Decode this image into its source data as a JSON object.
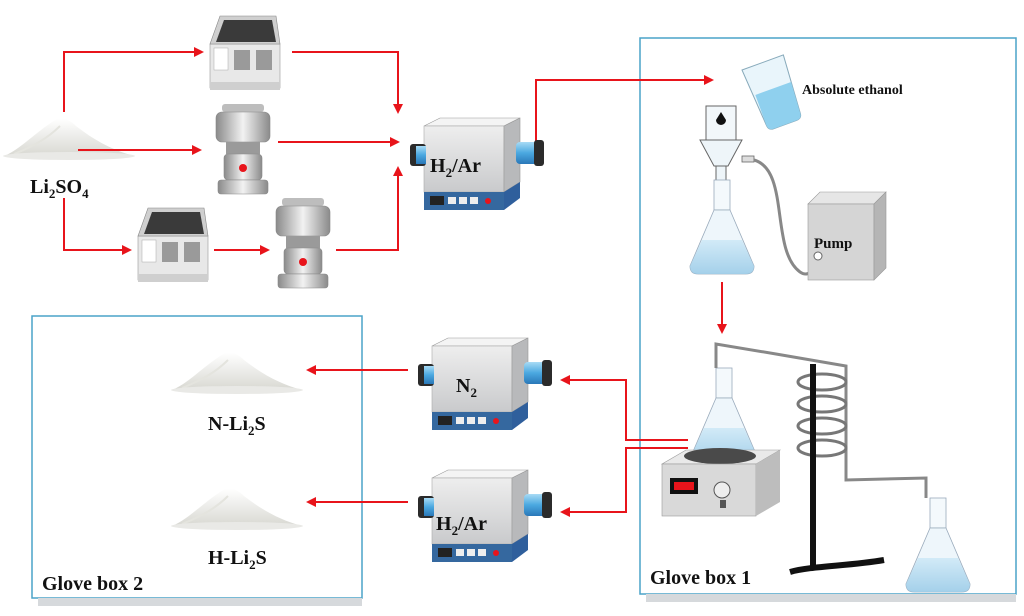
{
  "precursor": {
    "base": "Li",
    "sub1": "2",
    "mid": "SO",
    "sub2": "4"
  },
  "furnaces": {
    "top": {
      "main": "H",
      "sub": "2",
      "rest": "/Ar"
    },
    "n2": {
      "main": "N",
      "sub": "2",
      "rest": ""
    },
    "bottom": {
      "main": "H",
      "sub": "2",
      "rest": "/Ar"
    }
  },
  "glove_box_1": {
    "label": "Glove box 1",
    "ethanol": "Absolute ethanol",
    "pump": "Pump"
  },
  "glove_box_2": {
    "label": "Glove box 2",
    "product_n": {
      "pre": "N-Li",
      "sub": "2",
      "post": "S"
    },
    "product_h": {
      "pre": "H-Li",
      "sub": "2",
      "post": "S"
    }
  },
  "colors": {
    "arrow": "#e8141b",
    "box_border": "#4aa3c8",
    "furnace_body": "#d9dadc",
    "furnace_base": "#2f5f9c",
    "tube": "#5fb4e6"
  }
}
